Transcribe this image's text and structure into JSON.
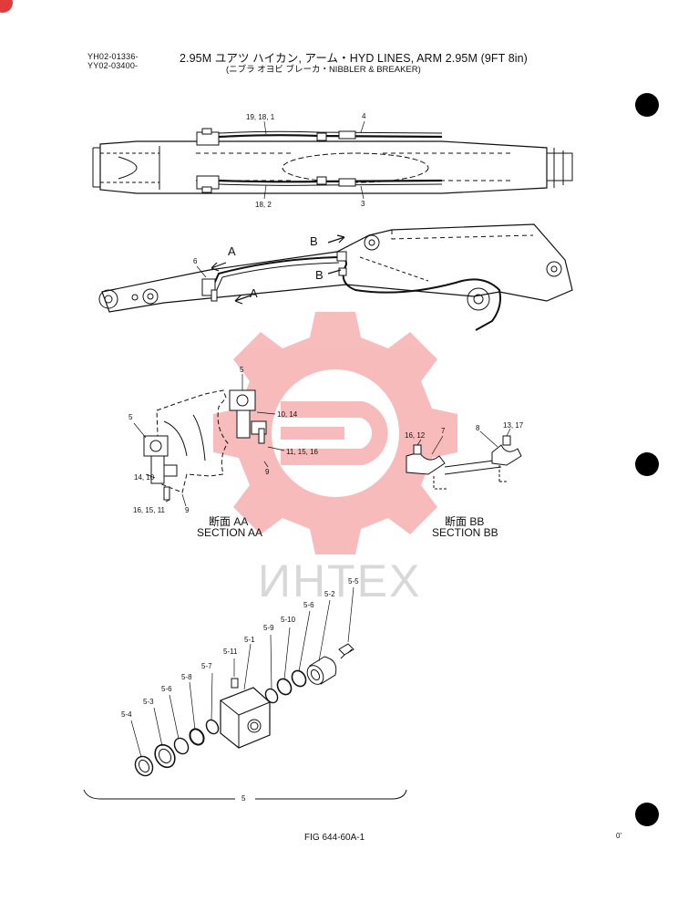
{
  "header": {
    "serial_1": "YH02-01336-",
    "serial_2": "YY02-03400-",
    "title_line1": "2.95M ユアツ ハイカン, アーム・HYD LINES, ARM 2.95M (9FT 8in)",
    "title_line2": "(ニブラ オヨビ ブレーカ・NIBBLER & BREAKER)"
  },
  "top_view": {
    "label_upper_left": "19, 18, 1",
    "label_upper_right": "4",
    "label_lower_left": "18, 2",
    "label_lower_right": "3"
  },
  "side_view": {
    "label_6": "6",
    "arrow_a_upper": "A",
    "arrow_a_lower": "A",
    "arrow_b_upper": "B",
    "arrow_b_lower": "B"
  },
  "section_aa": {
    "label_5_top": "5",
    "label_10_14": "10, 14",
    "label_11_15_16_right": "11, 15, 16",
    "label_9_right": "9",
    "label_5_left": "5",
    "label_14_10": "14, 10",
    "label_16_15_11": "16, 15, 11",
    "label_9_bottom": "9",
    "caption_jp": "断面 AA",
    "caption_en": "SECTION AA"
  },
  "section_bb": {
    "label_16_12": "16, 12",
    "label_7": "7",
    "label_8": "8",
    "label_13_17": "13, 17",
    "caption_jp": "断面 BB",
    "caption_en": "SECTION BB"
  },
  "exploded": {
    "labels": {
      "p5_5": "5-5",
      "p5_2": "5-2",
      "p5_6a": "5-6",
      "p5_10": "5-10",
      "p5_9": "5-9",
      "p5_1": "5-1",
      "p5_11": "5-11",
      "p5_7": "5-7",
      "p5_8": "5-8",
      "p5_6b": "5-6",
      "p5_3": "5-3",
      "p5_4": "5-4"
    },
    "assembly_label": "5"
  },
  "watermark": {
    "text": "ИНТЕХ",
    "color": "#f6b0b0"
  },
  "footer": {
    "figure": "FIG 644-60A-1",
    "corner": "0'"
  }
}
